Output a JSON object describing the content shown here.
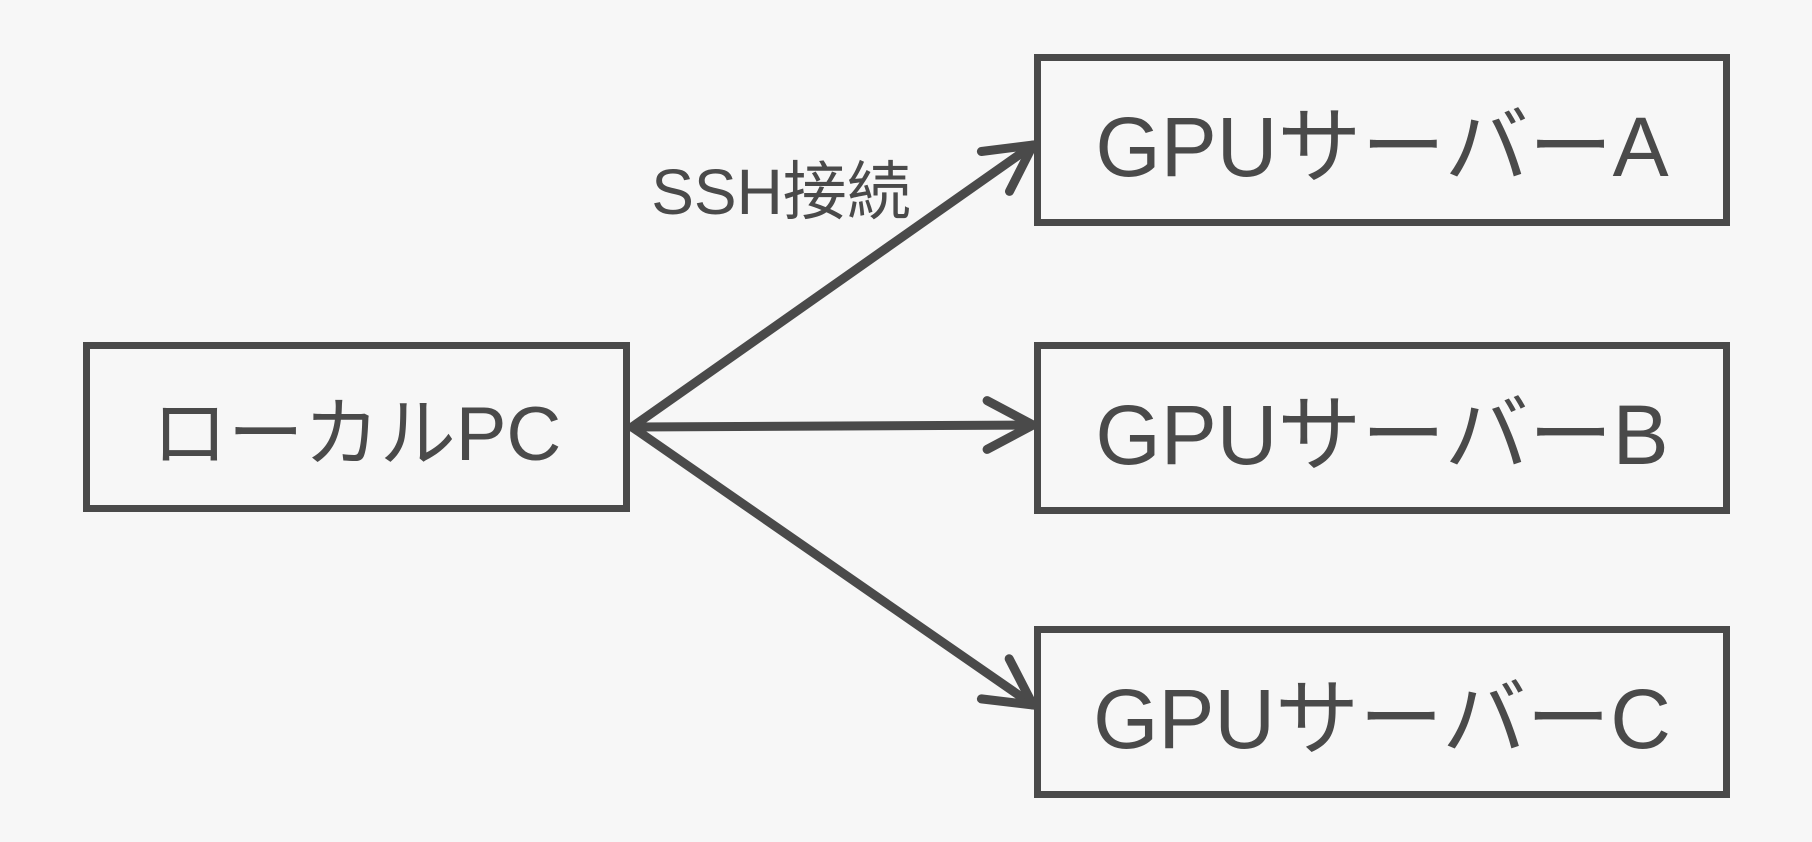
{
  "colors": {
    "background": "#f7f7f7",
    "ink": "#4a4a4a"
  },
  "diagram": {
    "title": "",
    "nodes": [
      {
        "id": "local-pc",
        "label": "ローカルPC"
      },
      {
        "id": "gpu-server-a",
        "label": "GPUサーバーA"
      },
      {
        "id": "gpu-server-b",
        "label": "GPUサーバーB"
      },
      {
        "id": "gpu-server-c",
        "label": "GPUサーバーC"
      }
    ],
    "edges": [
      {
        "from": "local-pc",
        "to": "gpu-server-a",
        "label": "SSH接続"
      },
      {
        "from": "local-pc",
        "to": "gpu-server-b",
        "label": ""
      },
      {
        "from": "local-pc",
        "to": "gpu-server-c",
        "label": ""
      }
    ]
  }
}
